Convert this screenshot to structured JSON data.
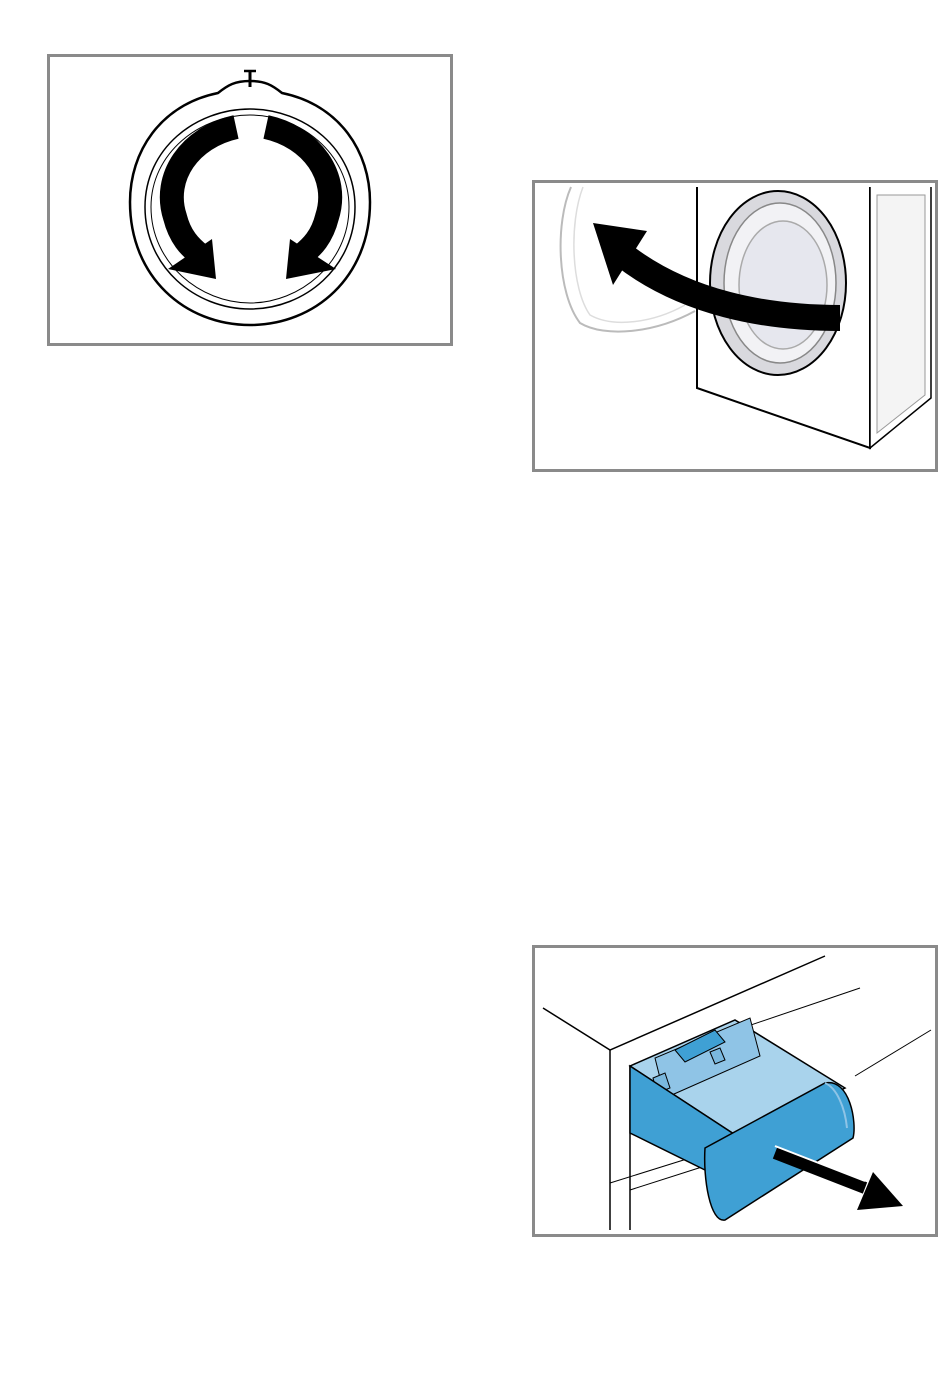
{
  "figures": [
    {
      "id": "dial",
      "description_icon": "dial-rotate-both-directions-icon",
      "arrow_color": "#000000"
    },
    {
      "id": "door",
      "description_icon": "open-door-arrow-icon",
      "arrow_color": "#000000",
      "door_glass_color": "#e6e7ee",
      "door_ring_color": "#c8c8cc"
    },
    {
      "id": "drawer",
      "description_icon": "pull-out-drawer-arrow-icon",
      "drawer_color": "#3fa0d4",
      "drawer_light_color": "#a9d3ec",
      "arrow_color": "#000000"
    }
  ]
}
